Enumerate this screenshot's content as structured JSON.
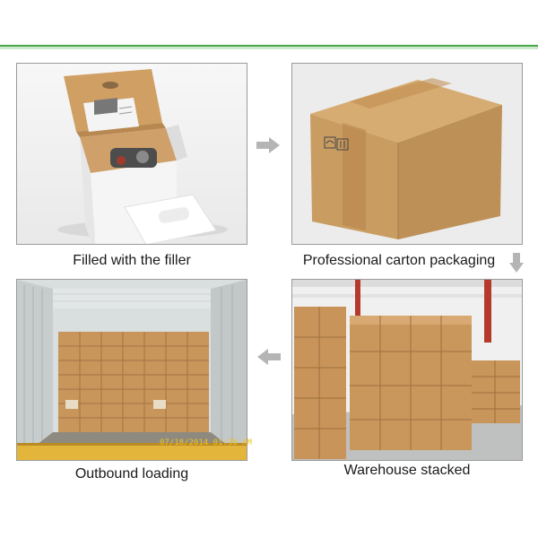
{
  "steps": [
    {
      "caption": "Filled with the filler",
      "image": "white mailer box with tool, manual and foam filler"
    },
    {
      "caption": "Professional carton packaging",
      "image": "closed brown corrugated carton with tape"
    },
    {
      "caption": "Warehouse stacked",
      "image": "stacks of brown cartons in warehouse"
    },
    {
      "caption": "Outbound loading",
      "image": "shipping container loaded with cartons"
    }
  ],
  "photo_timestamp": "07/18/2014 01:38 AM",
  "colors": {
    "accent_line": "#4aa84a",
    "arrow": "#b5b5b5",
    "carton": "#c99d62",
    "panel_border": "#9a9a9a"
  },
  "icons": [
    "arrow-right-icon",
    "arrow-down-icon",
    "arrow-left-icon",
    "umbrella-icon",
    "this-way-up-icon"
  ]
}
